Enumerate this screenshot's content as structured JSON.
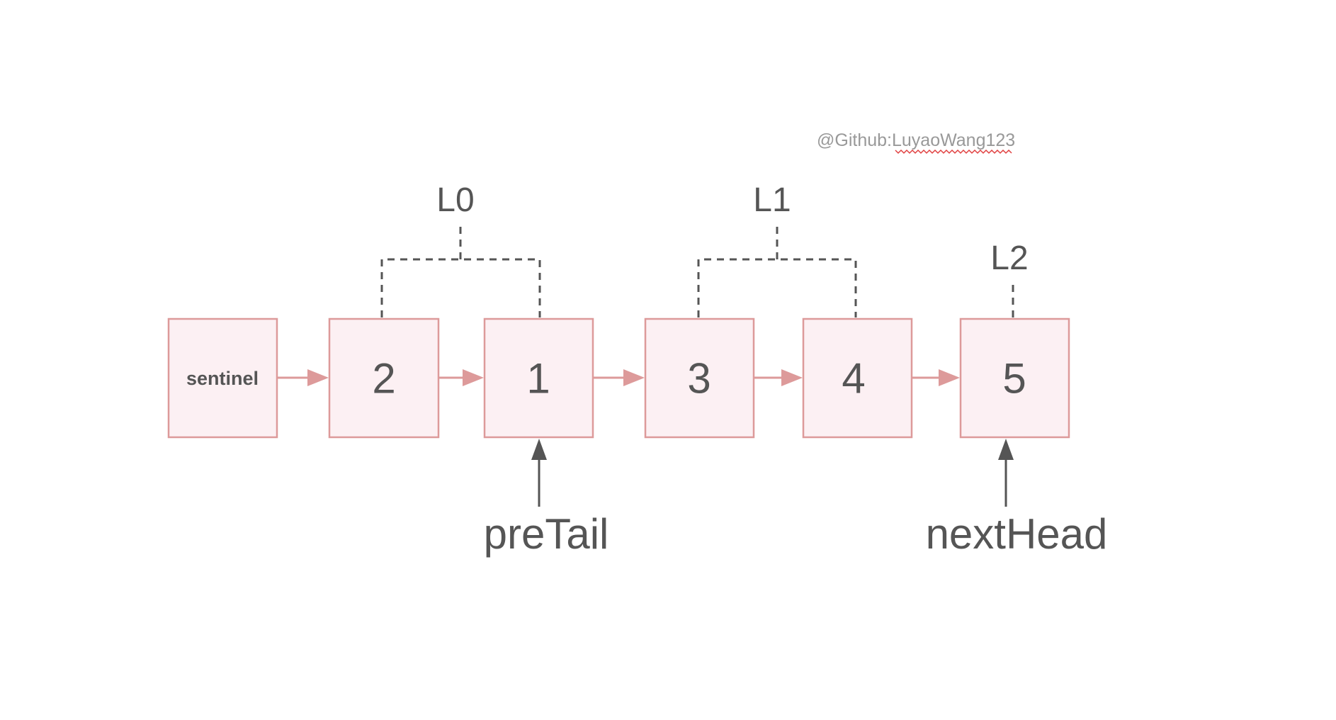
{
  "watermark": {
    "prefix": "@Github:",
    "handle": "LuyaoWang123"
  },
  "nodes": [
    {
      "label": "sentinel"
    },
    {
      "label": "2"
    },
    {
      "label": "1"
    },
    {
      "label": "3"
    },
    {
      "label": "4"
    },
    {
      "label": "5"
    }
  ],
  "groups": [
    {
      "label": "L0"
    },
    {
      "label": "L1"
    },
    {
      "label": "L2"
    }
  ],
  "pointers": [
    {
      "label": "preTail"
    },
    {
      "label": "nextHead"
    }
  ],
  "colors": {
    "node_fill": "#fcf0f3",
    "node_border": "#dd9a9a",
    "link_arrow": "#dd9a9a",
    "text": "#555555",
    "watermark": "#999999"
  }
}
